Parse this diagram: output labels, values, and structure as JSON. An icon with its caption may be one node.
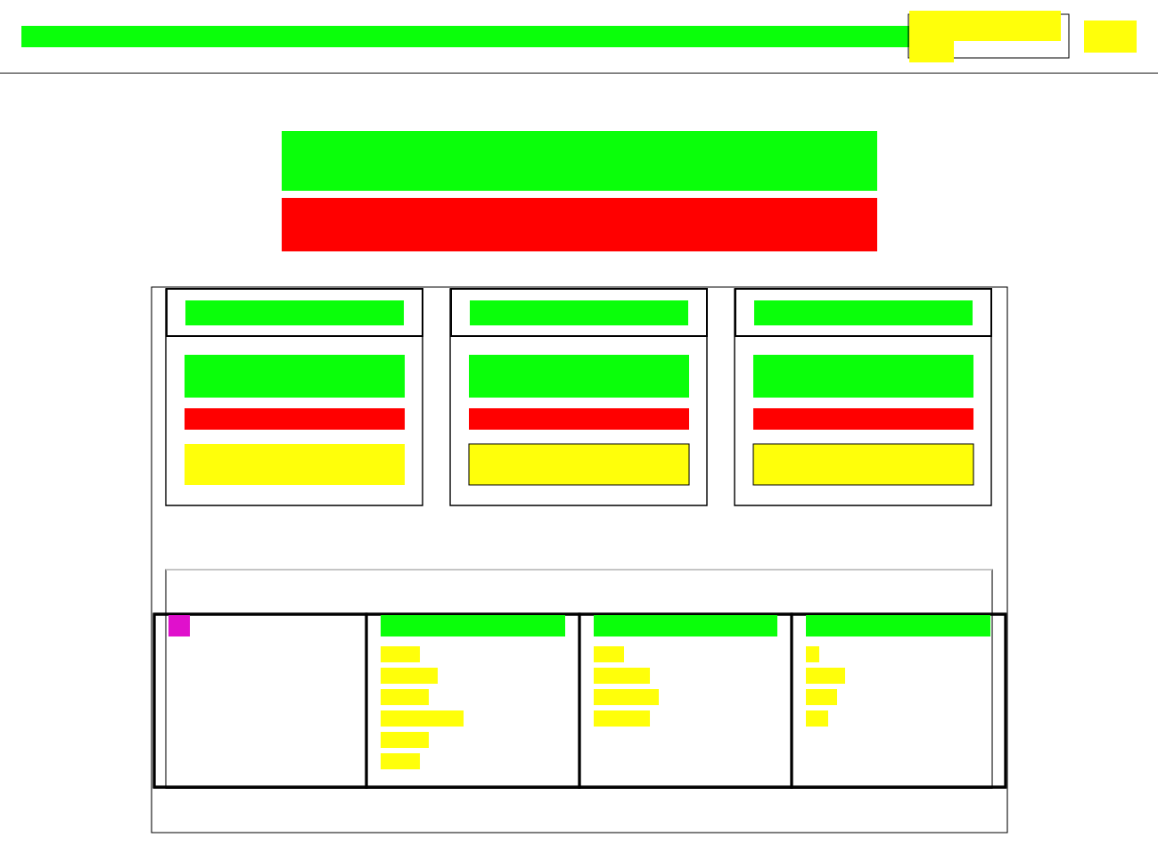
{
  "diagram": {
    "nodes": [
      {
        "text": [],
        "shape": "bar"
      },
      {
        "text": [],
        "shape": "box"
      },
      {
        "text": [],
        "shape": "bar"
      },
      {
        "text": [],
        "shape": "bar"
      },
      {
        "text": [],
        "shape": "bar"
      },
      {
        "text": [],
        "shape": "bar"
      },
      {
        "text": [],
        "shape": "bar"
      },
      {
        "text": [],
        "shape": "box"
      },
      {
        "text": [],
        "shape": "box",
        "in": 7
      },
      {
        "text": [],
        "shape": "box",
        "in": 8
      },
      {
        "text": [],
        "shape": "bar",
        "in": 9
      },
      {
        "text": [],
        "shape": "bar",
        "in": 8
      },
      {
        "text": [],
        "shape": "bar",
        "in": 8
      },
      {
        "text": [],
        "shape": "bar",
        "in": 8
      },
      {
        "text": [],
        "shape": "box",
        "in": 7
      },
      {
        "text": [],
        "shape": "box",
        "in": 14
      },
      {
        "text": [],
        "shape": "bar",
        "in": 15
      },
      {
        "text": [],
        "shape": "bar",
        "in": 14
      },
      {
        "text": [],
        "shape": "bar",
        "in": 14
      },
      {
        "text": [],
        "shape": "bar",
        "in": 14
      },
      {
        "text": [],
        "shape": "box",
        "in": 7
      },
      {
        "text": [],
        "shape": "box",
        "in": 20
      },
      {
        "text": [],
        "shape": "bar",
        "in": 21
      },
      {
        "text": [],
        "shape": "bar",
        "in": 20
      },
      {
        "text": [],
        "shape": "bar",
        "in": 20
      },
      {
        "text": [],
        "shape": "bar",
        "in": 20
      },
      {
        "text": [],
        "shape": "box",
        "in": 7
      },
      {
        "text": [],
        "shape": "box",
        "in": 26
      },
      {
        "text": [],
        "shape": "box",
        "in": 27
      },
      {
        "text": [],
        "shape": "square",
        "in": 28
      },
      {
        "text": [],
        "shape": "box",
        "in": 27
      },
      {
        "text": [],
        "shape": "bar",
        "in": 30
      },
      {
        "text": [],
        "shape": "bar",
        "in": 30
      },
      {
        "text": [],
        "shape": "bar",
        "in": 30
      },
      {
        "text": [],
        "shape": "bar",
        "in": 30
      },
      {
        "text": [],
        "shape": "bar",
        "in": 30
      },
      {
        "text": [],
        "shape": "bar",
        "in": 30
      },
      {
        "text": [],
        "shape": "bar",
        "in": 30
      },
      {
        "text": [],
        "shape": "box",
        "in": 27
      },
      {
        "text": [],
        "shape": "bar",
        "in": 38
      },
      {
        "text": [],
        "shape": "bar",
        "in": 38
      },
      {
        "text": [],
        "shape": "bar",
        "in": 38
      },
      {
        "text": [],
        "shape": "bar",
        "in": 38
      },
      {
        "text": [],
        "shape": "bar",
        "in": 38
      },
      {
        "text": [],
        "shape": "box",
        "in": 27
      },
      {
        "text": [],
        "shape": "bar",
        "in": 44
      },
      {
        "text": [],
        "shape": "bar",
        "in": 44
      },
      {
        "text": [],
        "shape": "bar",
        "in": 44
      },
      {
        "text": [],
        "shape": "bar",
        "in": 44
      },
      {
        "text": [],
        "shape": "bar",
        "in": 44
      }
    ]
  }
}
